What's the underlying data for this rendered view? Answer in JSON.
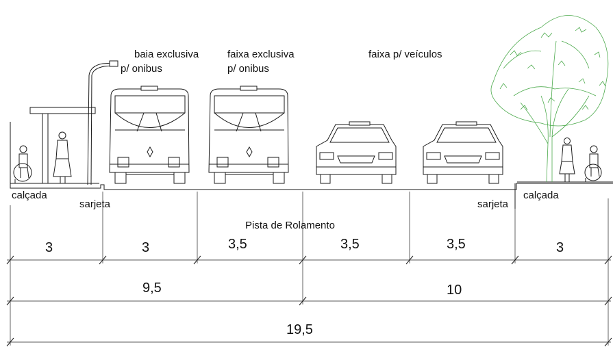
{
  "labels": {
    "bay": [
      "baia exclusiva",
      "p/ onibus"
    ],
    "bus_lane": [
      "faixa exclusiva",
      "p/ onibus"
    ],
    "vehicle_lane": "faixa p/ veículos",
    "sidewalk_left": "calçada",
    "sidewalk_right": "calçada",
    "gutter_left": "sarjeta",
    "gutter_right": "sarjeta",
    "roadway": "Pista de Rolamento"
  },
  "dimensions": {
    "segments": [
      "3",
      "3",
      "3,5",
      "3,5",
      "3,5",
      "3"
    ],
    "subtotals": [
      "9,5",
      "10"
    ],
    "total": "19,5"
  },
  "colors": {
    "line": "#1a1a1a",
    "tree": "#4caa4c"
  }
}
